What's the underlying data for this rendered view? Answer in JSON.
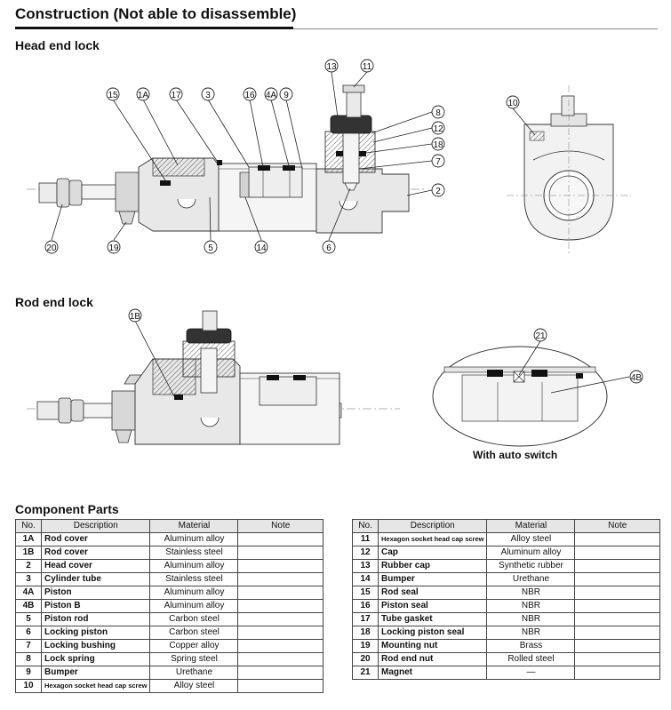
{
  "header": {
    "title": "Construction (Not able to disassemble)"
  },
  "sections": {
    "head_end_lock": "Head end lock",
    "rod_end_lock": "Rod end lock",
    "component_parts": "Component Parts"
  },
  "detail_caption": "With auto switch",
  "callouts_head": [
    "15",
    "1A",
    "17",
    "3",
    "16",
    "4A",
    "9",
    "13",
    "11",
    "8",
    "12",
    "18",
    "7",
    "2",
    "20",
    "19",
    "5",
    "14",
    "6",
    "10"
  ],
  "callouts_rod": [
    "1B",
    "21",
    "4B"
  ],
  "table_headers": {
    "no": "No.",
    "description": "Description",
    "material": "Material",
    "note": "Note"
  },
  "parts_left": [
    {
      "no": "1A",
      "description": "Rod cover",
      "material": "Aluminum alloy",
      "note": ""
    },
    {
      "no": "1B",
      "description": "Rod cover",
      "material": "Stainless steel",
      "note": ""
    },
    {
      "no": "2",
      "description": "Head cover",
      "material": "Aluminum alloy",
      "note": ""
    },
    {
      "no": "3",
      "description": "Cylinder tube",
      "material": "Stainless steel",
      "note": ""
    },
    {
      "no": "4A",
      "description": "Piston",
      "material": "Aluminum alloy",
      "note": ""
    },
    {
      "no": "4B",
      "description": "Piston B",
      "material": "Aluminum alloy",
      "note": ""
    },
    {
      "no": "5",
      "description": "Piston rod",
      "material": "Carbon steel",
      "note": ""
    },
    {
      "no": "6",
      "description": "Locking piston",
      "material": "Carbon steel",
      "note": ""
    },
    {
      "no": "7",
      "description": "Locking bushing",
      "material": "Copper alloy",
      "note": ""
    },
    {
      "no": "8",
      "description": "Lock spring",
      "material": "Spring steel",
      "note": ""
    },
    {
      "no": "9",
      "description": "Bumper",
      "material": "Urethane",
      "note": ""
    },
    {
      "no": "10",
      "description": "Hexagon socket head cap screw",
      "material": "Alloy steel",
      "note": ""
    }
  ],
  "parts_right": [
    {
      "no": "11",
      "description": "Hexagon socket head cap screw",
      "material": "Alloy steel",
      "note": ""
    },
    {
      "no": "12",
      "description": "Cap",
      "material": "Aluminum alloy",
      "note": ""
    },
    {
      "no": "13",
      "description": "Rubber cap",
      "material": "Synthetic rubber",
      "note": ""
    },
    {
      "no": "14",
      "description": "Bumper",
      "material": "Urethane",
      "note": ""
    },
    {
      "no": "15",
      "description": "Rod seal",
      "material": "NBR",
      "note": ""
    },
    {
      "no": "16",
      "description": "Piston seal",
      "material": "NBR",
      "note": ""
    },
    {
      "no": "17",
      "description": "Tube gasket",
      "material": "NBR",
      "note": ""
    },
    {
      "no": "18",
      "description": "Locking piston seal",
      "material": "NBR",
      "note": ""
    },
    {
      "no": "19",
      "description": "Mounting nut",
      "material": "Brass",
      "note": ""
    },
    {
      "no": "20",
      "description": "Rod end nut",
      "material": "Rolled steel",
      "note": ""
    },
    {
      "no": "21",
      "description": "Magnet",
      "material": "—",
      "note": ""
    }
  ]
}
